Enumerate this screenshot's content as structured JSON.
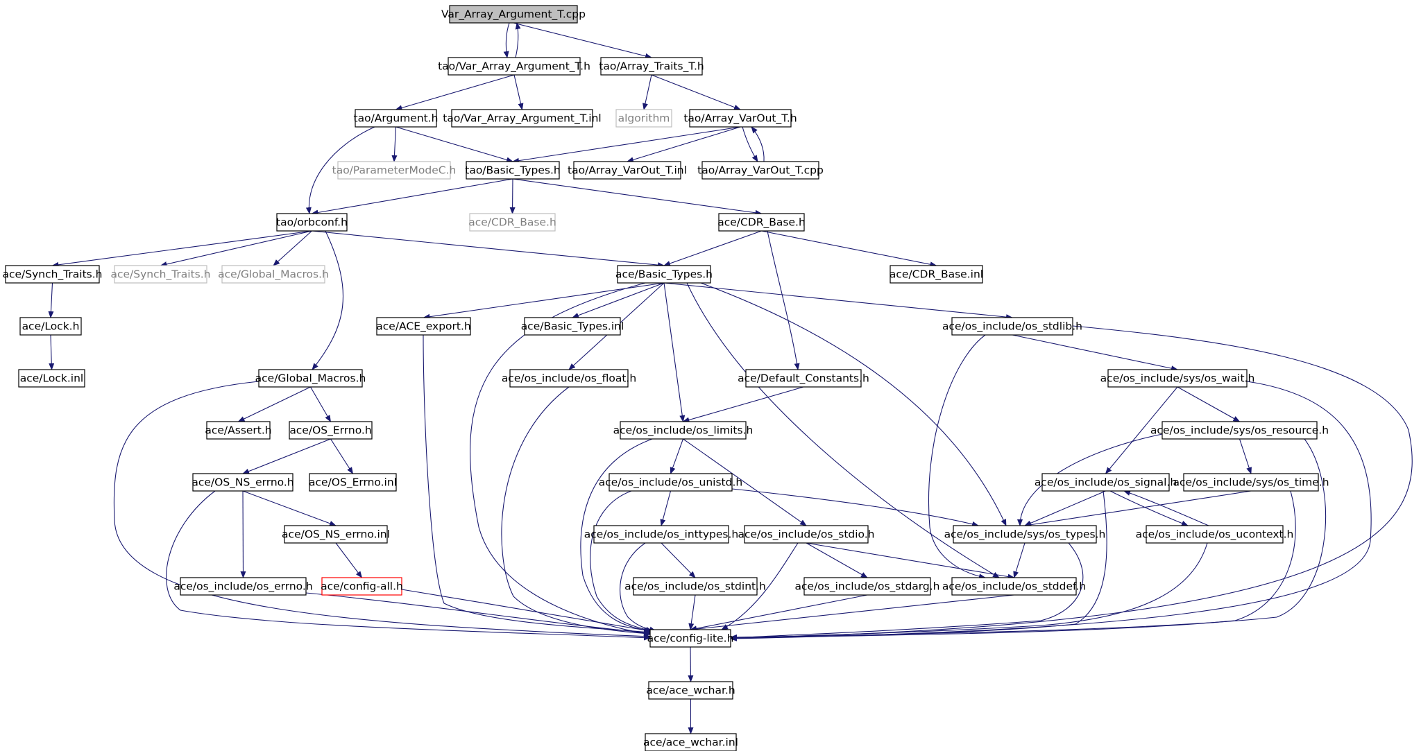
{
  "colors": {
    "edge": "#191970",
    "box_normal": "#000000",
    "box_external": "#bfbfbf",
    "box_missing": "#ff0000",
    "root_fill": "#bfbfbf",
    "text_normal": "#000000",
    "text_external": "#7f7f7f"
  },
  "nodes": [
    {
      "id": "n0",
      "label": "Var_Array_Argument_T.cpp",
      "style": "root"
    },
    {
      "id": "n1",
      "label": "tao/Var_Array_Argument_T.h",
      "style": "normal"
    },
    {
      "id": "n2",
      "label": "tao/Array_Traits_T.h",
      "style": "normal"
    },
    {
      "id": "n3",
      "label": "tao/Argument.h",
      "style": "normal"
    },
    {
      "id": "n4",
      "label": "tao/Var_Array_Argument_T.inl",
      "style": "normal"
    },
    {
      "id": "n5",
      "label": "algorithm",
      "style": "external"
    },
    {
      "id": "n6",
      "label": "tao/Array_VarOut_T.h",
      "style": "normal"
    },
    {
      "id": "n7",
      "label": "tao/ParameterModeC.h",
      "style": "external"
    },
    {
      "id": "n8",
      "label": "tao/Basic_Types.h",
      "style": "normal"
    },
    {
      "id": "n9",
      "label": "tao/Array_VarOut_T.inl",
      "style": "normal"
    },
    {
      "id": "n10",
      "label": "tao/Array_VarOut_T.cpp",
      "style": "normal"
    },
    {
      "id": "n11",
      "label": "tao/orbconf.h",
      "style": "normal"
    },
    {
      "id": "n12",
      "label": "ace/CDR_Base.h",
      "style": "external"
    },
    {
      "id": "n13",
      "label": "ace/CDR_Base.h",
      "style": "normal"
    },
    {
      "id": "n14",
      "label": "ace/Synch_Traits.h",
      "style": "normal"
    },
    {
      "id": "n15",
      "label": "ace/Synch_Traits.h",
      "style": "external"
    },
    {
      "id": "n16",
      "label": "ace/Global_Macros.h",
      "style": "external"
    },
    {
      "id": "n17",
      "label": "ace/Basic_Types.h",
      "style": "normal"
    },
    {
      "id": "n18",
      "label": "ace/CDR_Base.inl",
      "style": "normal"
    },
    {
      "id": "n19",
      "label": "ace/Lock.h",
      "style": "normal"
    },
    {
      "id": "n20",
      "label": "ace/ACE_export.h",
      "style": "normal"
    },
    {
      "id": "n21",
      "label": "ace/Basic_Types.inl",
      "style": "normal"
    },
    {
      "id": "n22",
      "label": "ace/os_include/os_stdlib.h",
      "style": "normal"
    },
    {
      "id": "n23",
      "label": "ace/Lock.inl",
      "style": "normal"
    },
    {
      "id": "n24",
      "label": "ace/Global_Macros.h",
      "style": "normal"
    },
    {
      "id": "n25",
      "label": "ace/os_include/os_float.h",
      "style": "normal"
    },
    {
      "id": "n26",
      "label": "ace/Default_Constants.h",
      "style": "normal"
    },
    {
      "id": "n27",
      "label": "ace/os_include/sys/os_wait.h",
      "style": "normal"
    },
    {
      "id": "n28",
      "label": "ace/Assert.h",
      "style": "normal"
    },
    {
      "id": "n29",
      "label": "ace/OS_Errno.h",
      "style": "normal"
    },
    {
      "id": "n30",
      "label": "ace/os_include/os_limits.h",
      "style": "normal"
    },
    {
      "id": "n31",
      "label": "ace/os_include/sys/os_resource.h",
      "style": "normal"
    },
    {
      "id": "n32",
      "label": "ace/OS_NS_errno.h",
      "style": "normal"
    },
    {
      "id": "n33",
      "label": "ace/OS_Errno.inl",
      "style": "normal"
    },
    {
      "id": "n34",
      "label": "ace/os_include/os_unistd.h",
      "style": "normal"
    },
    {
      "id": "n35",
      "label": "ace/os_include/os_signal.h",
      "style": "normal"
    },
    {
      "id": "n36",
      "label": "ace/os_include/sys/os_time.h",
      "style": "normal"
    },
    {
      "id": "n37",
      "label": "ace/OS_NS_errno.inl",
      "style": "normal"
    },
    {
      "id": "n38",
      "label": "ace/os_include/os_inttypes.h",
      "style": "normal"
    },
    {
      "id": "n39",
      "label": "ace/os_include/os_stdio.h",
      "style": "normal"
    },
    {
      "id": "n40",
      "label": "ace/os_include/sys/os_types.h",
      "style": "normal"
    },
    {
      "id": "n41",
      "label": "ace/os_include/os_ucontext.h",
      "style": "normal"
    },
    {
      "id": "n42",
      "label": "ace/os_include/os_errno.h",
      "style": "normal"
    },
    {
      "id": "n43",
      "label": "ace/config-all.h",
      "style": "missing"
    },
    {
      "id": "n44",
      "label": "ace/os_include/os_stdint.h",
      "style": "normal"
    },
    {
      "id": "n45",
      "label": "ace/os_include/os_stdarg.h",
      "style": "normal"
    },
    {
      "id": "n46",
      "label": "ace/os_include/os_stddef.h",
      "style": "normal"
    },
    {
      "id": "n47",
      "label": "ace/config-lite.h",
      "style": "normal"
    },
    {
      "id": "n48",
      "label": "ace/ace_wchar.h",
      "style": "normal"
    },
    {
      "id": "n49",
      "label": "ace/ace_wchar.inl",
      "style": "normal"
    }
  ],
  "edges": [
    [
      "n0",
      "n1"
    ],
    [
      "n1",
      "n0"
    ],
    [
      "n0",
      "n2"
    ],
    [
      "n1",
      "n3"
    ],
    [
      "n1",
      "n4"
    ],
    [
      "n2",
      "n5"
    ],
    [
      "n2",
      "n6"
    ],
    [
      "n3",
      "n7"
    ],
    [
      "n3",
      "n8"
    ],
    [
      "n3",
      "n11"
    ],
    [
      "n6",
      "n8"
    ],
    [
      "n6",
      "n9"
    ],
    [
      "n6",
      "n10"
    ],
    [
      "n10",
      "n6"
    ],
    [
      "n8",
      "n11"
    ],
    [
      "n8",
      "n12"
    ],
    [
      "n8",
      "n13"
    ],
    [
      "n11",
      "n14"
    ],
    [
      "n11",
      "n15"
    ],
    [
      "n11",
      "n16"
    ],
    [
      "n11",
      "n24"
    ],
    [
      "n11",
      "n17"
    ],
    [
      "n13",
      "n17"
    ],
    [
      "n13",
      "n26"
    ],
    [
      "n13",
      "n18"
    ],
    [
      "n14",
      "n19"
    ],
    [
      "n19",
      "n23"
    ],
    [
      "n17",
      "n20"
    ],
    [
      "n17",
      "n21"
    ],
    [
      "n17",
      "n22"
    ],
    [
      "n17",
      "n25"
    ],
    [
      "n17",
      "n30"
    ],
    [
      "n17",
      "n40"
    ],
    [
      "n17",
      "n46"
    ],
    [
      "n17",
      "n47"
    ],
    [
      "n20",
      "n47"
    ],
    [
      "n22",
      "n27"
    ],
    [
      "n22",
      "n46"
    ],
    [
      "n22",
      "n47"
    ],
    [
      "n24",
      "n28"
    ],
    [
      "n24",
      "n29"
    ],
    [
      "n24",
      "n47"
    ],
    [
      "n25",
      "n47"
    ],
    [
      "n26",
      "n30"
    ],
    [
      "n27",
      "n31"
    ],
    [
      "n27",
      "n35"
    ],
    [
      "n27",
      "n47"
    ],
    [
      "n29",
      "n32"
    ],
    [
      "n29",
      "n33"
    ],
    [
      "n30",
      "n34"
    ],
    [
      "n30",
      "n39"
    ],
    [
      "n30",
      "n47"
    ],
    [
      "n31",
      "n36"
    ],
    [
      "n31",
      "n40"
    ],
    [
      "n31",
      "n47"
    ],
    [
      "n32",
      "n37"
    ],
    [
      "n32",
      "n42"
    ],
    [
      "n32",
      "n47"
    ],
    [
      "n34",
      "n38"
    ],
    [
      "n34",
      "n40"
    ],
    [
      "n34",
      "n47"
    ],
    [
      "n35",
      "n40"
    ],
    [
      "n35",
      "n41"
    ],
    [
      "n41",
      "n35"
    ],
    [
      "n35",
      "n47"
    ],
    [
      "n36",
      "n40"
    ],
    [
      "n36",
      "n47"
    ],
    [
      "n37",
      "n43"
    ],
    [
      "n38",
      "n44"
    ],
    [
      "n38",
      "n47"
    ],
    [
      "n39",
      "n45"
    ],
    [
      "n39",
      "n46"
    ],
    [
      "n39",
      "n47"
    ],
    [
      "n40",
      "n46"
    ],
    [
      "n40",
      "n47"
    ],
    [
      "n41",
      "n47"
    ],
    [
      "n42",
      "n47"
    ],
    [
      "n43",
      "n47"
    ],
    [
      "n44",
      "n47"
    ],
    [
      "n45",
      "n47"
    ],
    [
      "n46",
      "n47"
    ],
    [
      "n47",
      "n48"
    ],
    [
      "n48",
      "n49"
    ]
  ]
}
